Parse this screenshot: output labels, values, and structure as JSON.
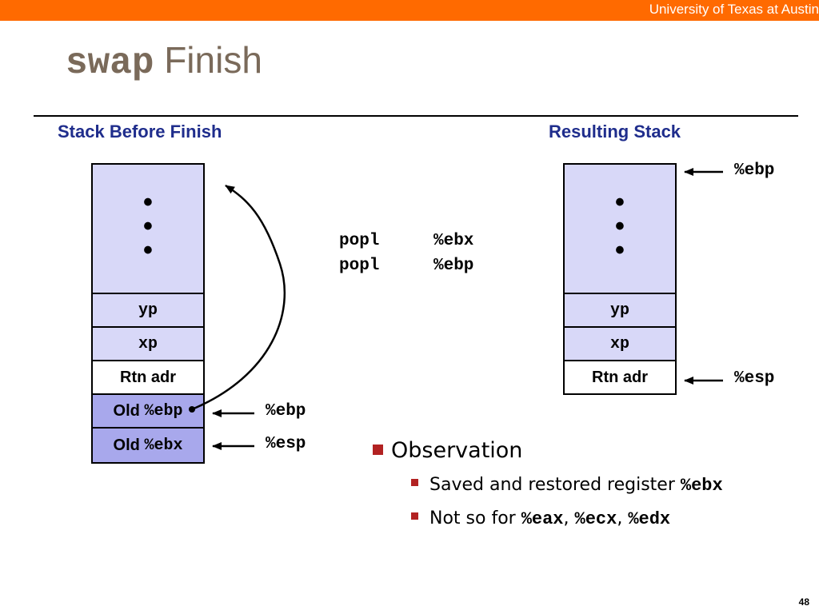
{
  "header": {
    "institution": "University of Texas at Austin"
  },
  "title": {
    "code": "swap",
    "text": "Finish"
  },
  "left": {
    "heading": "Stack Before Finish",
    "cells": {
      "yp": "yp",
      "xp": "xp",
      "rtn": "Rtn adr",
      "old_ebp_prefix": "Old ",
      "old_ebp_reg": "%ebp",
      "old_ebx_prefix": "Old ",
      "old_ebx_reg": "%ebx"
    },
    "pointers": {
      "ebp": "%ebp",
      "esp": "%esp"
    }
  },
  "code": {
    "lines": [
      {
        "op": "popl",
        "arg": "%ebx"
      },
      {
        "op": "popl",
        "arg": "%ebp"
      }
    ]
  },
  "right": {
    "heading": "Resulting Stack",
    "cells": {
      "yp": "yp",
      "xp": "xp",
      "rtn": "Rtn adr"
    },
    "pointers": {
      "ebp": "%ebp",
      "esp": "%esp"
    }
  },
  "observation": {
    "label": "Observation",
    "b1_text": "Saved and restored register ",
    "b1_reg": "%ebx",
    "b2_text": "Not so for ",
    "b2_r1": "%eax",
    "b2_sep1": ", ",
    "b2_r2": "%ecx",
    "b2_sep2": ", ",
    "b2_r3": "%edx"
  },
  "page": {
    "number": "48"
  },
  "colors": {
    "bar": "#ff6a00",
    "heading": "#1f2d8c",
    "bullet": "#b22222",
    "cell_light": "#d8d8f8",
    "cell_dark": "#a8a8ec"
  }
}
